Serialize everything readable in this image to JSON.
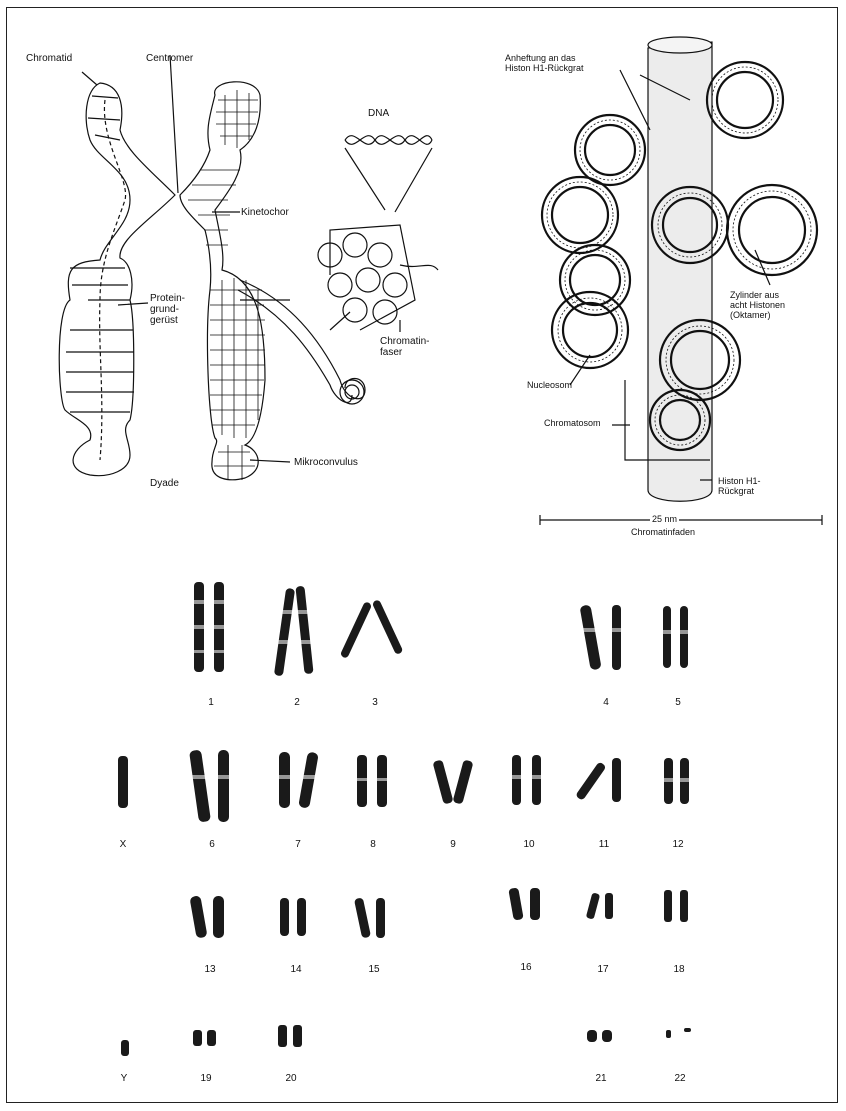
{
  "chromosome_diagram": {
    "chromatid": "Chromatid",
    "centromer": "Centromer",
    "dna": "DNA",
    "kinetochor": "Kinetochor",
    "proteingeruest": "Protein-\ngrund-\ngerüst",
    "chromatinfaser": "Chromatin-\nfaser",
    "mikroconvulus": "Mikroconvulus",
    "dyade": "Dyade"
  },
  "nucleosome_diagram": {
    "anheftung": "Anheftung an das\nHiston H1-Rückgrat",
    "zylinder": "Zylinder aus\nacht Histonen\n(Oktamer)",
    "nucleosom": "Nucleosom",
    "chromatosom": "Chromatosom",
    "histon_h1": "Histon H1-\nRückgrat",
    "scale": "25 nm",
    "chromatinfaden": "Chromatinfaden"
  },
  "karyotype": {
    "row1": [
      "1",
      "2",
      "3",
      "4",
      "5"
    ],
    "row2": [
      "X",
      "6",
      "7",
      "8",
      "9",
      "10",
      "11",
      "12"
    ],
    "row3": [
      "13",
      "14",
      "15",
      "16",
      "17",
      "18"
    ],
    "row4": [
      "Y",
      "19",
      "20",
      "21",
      "22"
    ]
  }
}
